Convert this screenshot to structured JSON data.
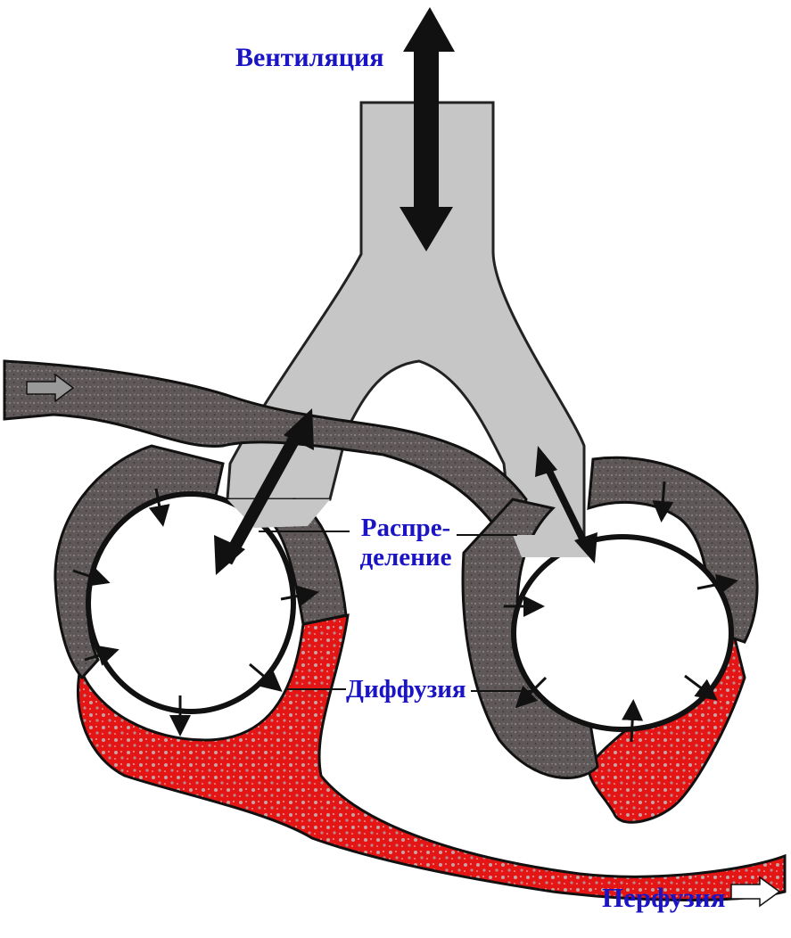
{
  "labels": {
    "ventilation": "Вентиляция",
    "distribution_line1": "Распре-",
    "distribution_line2": "деление",
    "diffusion": "Диффузия",
    "perfusion": "Перфузия"
  },
  "colors": {
    "label": "#1b14c4",
    "airway": "#c6c6c6",
    "venous_blood": "#5e5858",
    "arterial_blood": "#e31515",
    "outline": "#111111",
    "alveolus": "#ffffff"
  }
}
